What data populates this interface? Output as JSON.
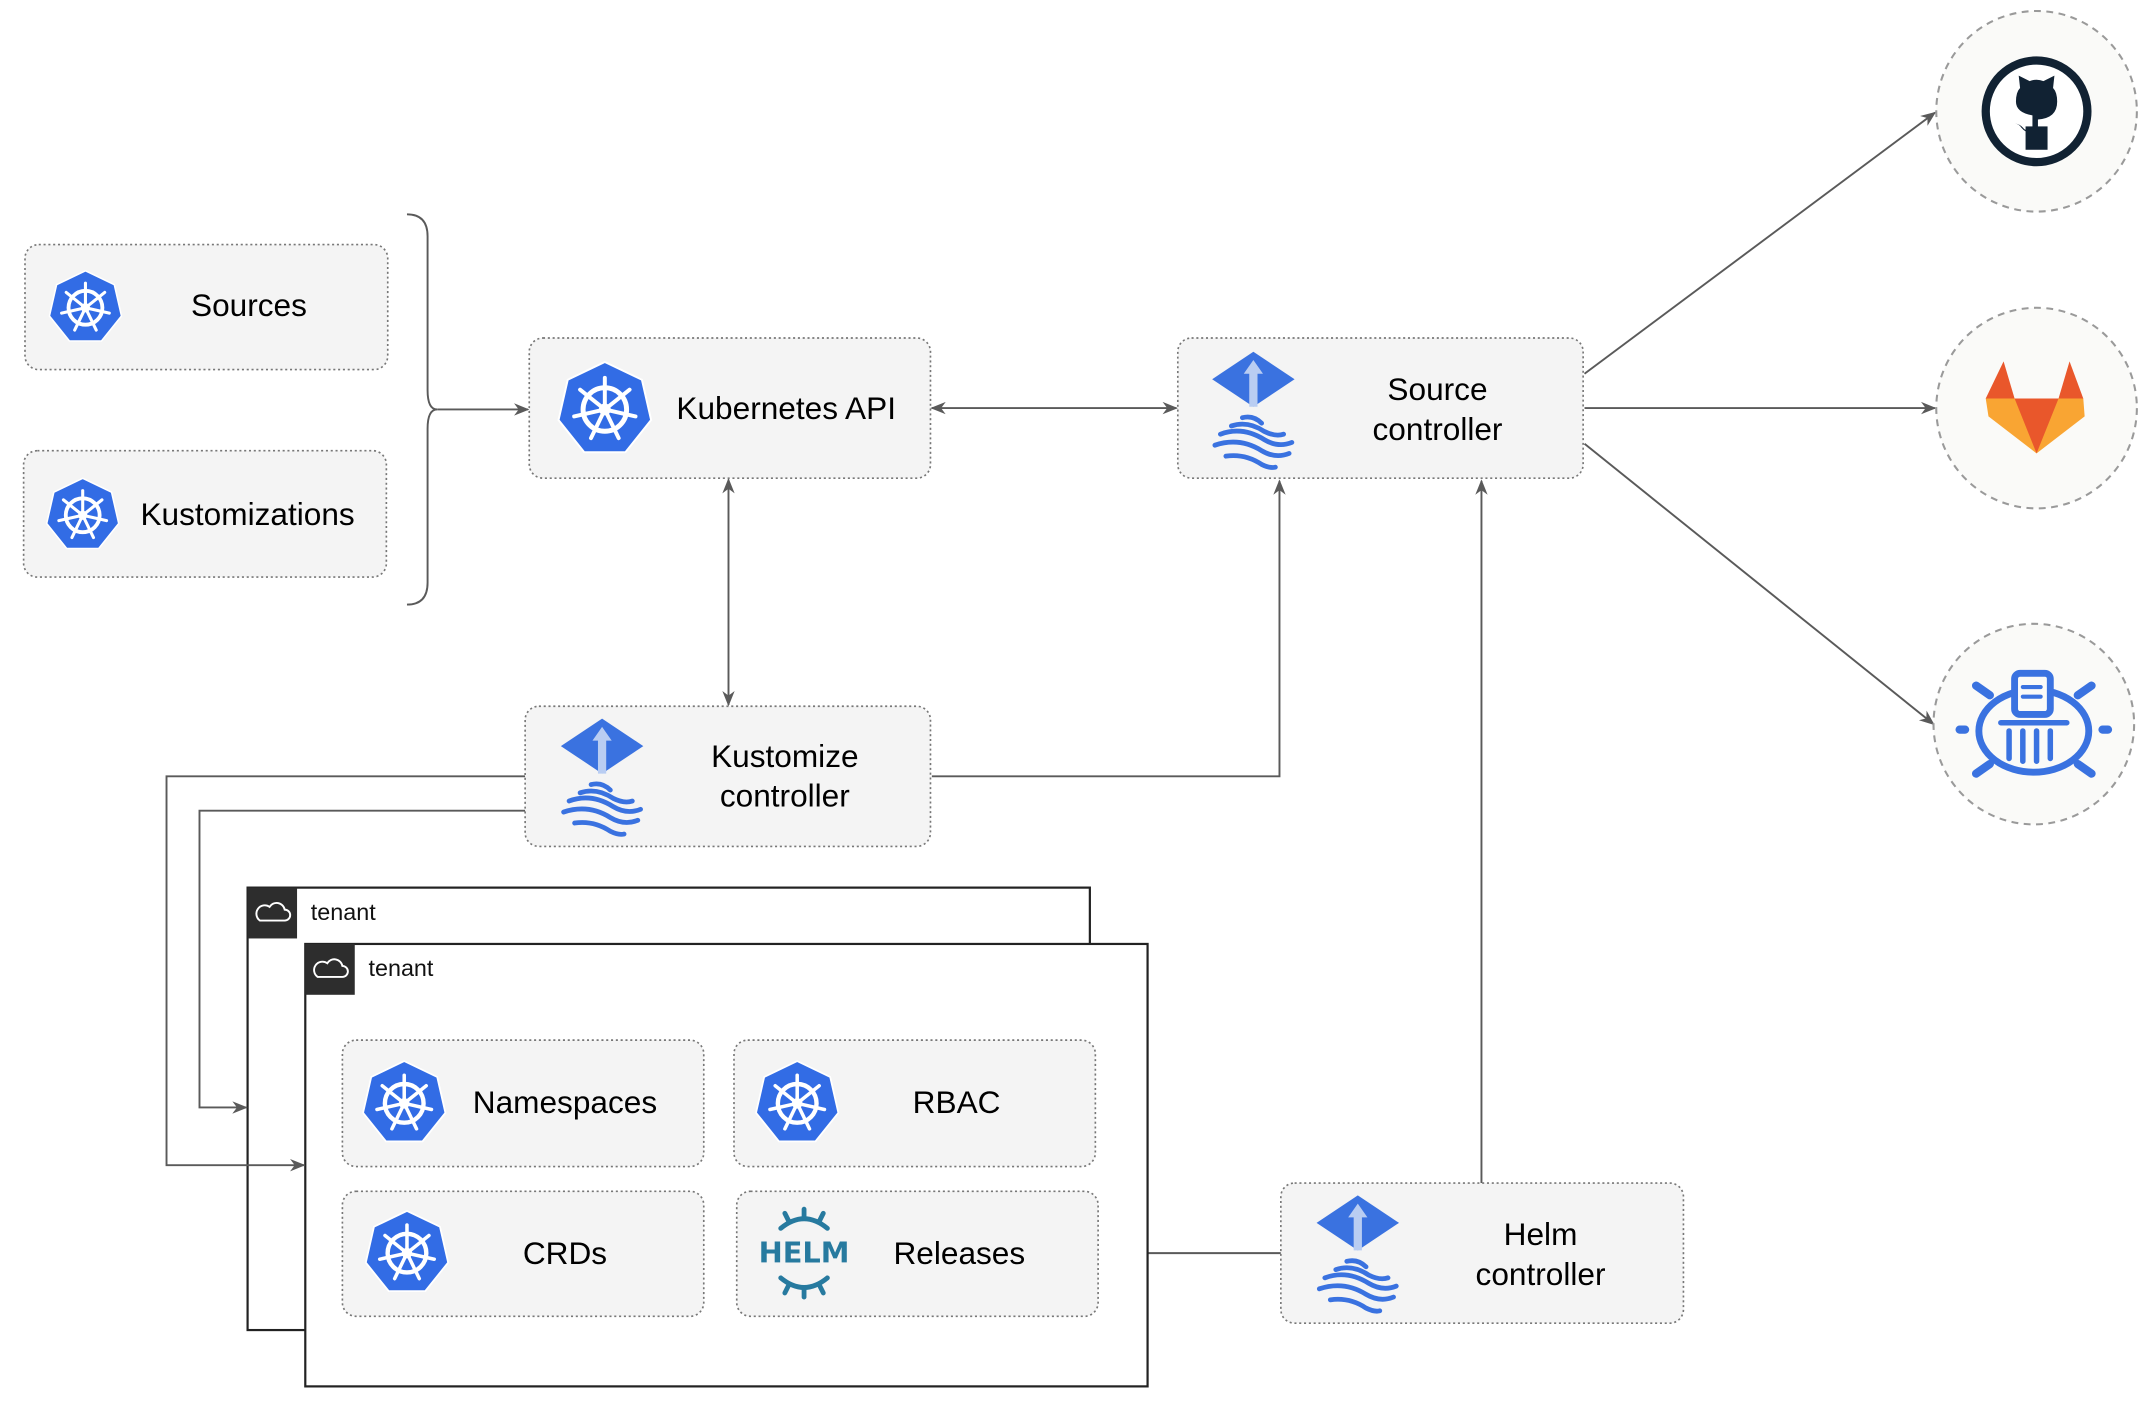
{
  "nodes": {
    "sources": "Sources",
    "kustomizations": "Kustomizations",
    "kubernetes_api": "Kubernetes API",
    "source_controller": [
      "Source",
      "controller"
    ],
    "kustomize_controller": [
      "Kustomize",
      "controller"
    ],
    "helm_controller": [
      "Helm",
      "controller"
    ],
    "namespaces": "Namespaces",
    "rbac": "RBAC",
    "crds": "CRDs",
    "releases": "Releases",
    "helm_logo_text": "HELM"
  },
  "tenants": [
    {
      "label": "tenant"
    },
    {
      "label": "tenant"
    }
  ],
  "external_sources": [
    {
      "icon": "github-icon"
    },
    {
      "icon": "gitlab-icon"
    },
    {
      "icon": "helm-repository-icon"
    }
  ],
  "colors": {
    "kubernetes_blue": "#326ce5",
    "flux_blue": "#3a72e0",
    "github_dark": "#112233",
    "gitlab_orange": "#e9572b",
    "gitlab_light": "#f9a533",
    "edge": "#5a5a5a"
  }
}
